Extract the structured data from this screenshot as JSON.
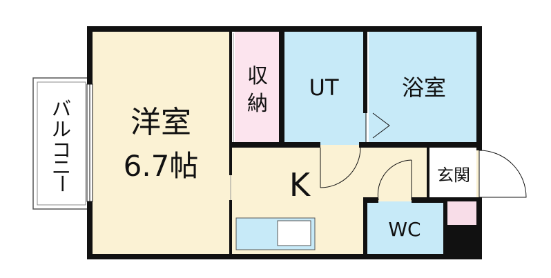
{
  "rooms": {
    "western": {
      "name": "洋室",
      "size": "6.7帖"
    },
    "storage": {
      "line1": "収",
      "line2": "納"
    },
    "utility": {
      "name": "UT"
    },
    "bath": {
      "name": "浴室"
    },
    "kitchen": {
      "name": "K"
    },
    "entrance": {
      "name": "玄関"
    },
    "toilet": {
      "name": "WC"
    },
    "balcony": {
      "c1": "バ",
      "c2": "ル",
      "c3": "コ",
      "c4": "ニ",
      "c5": "ー"
    }
  },
  "colors": {
    "wall": "#111111",
    "western_floor": "#fbf2d4",
    "kitchen_floor": "#fbf2d4",
    "wet_area": "#c7eaf8",
    "storage": "#fce4ee",
    "entrance_accent": "#f8dde8",
    "sink": "#c7eaf8"
  }
}
